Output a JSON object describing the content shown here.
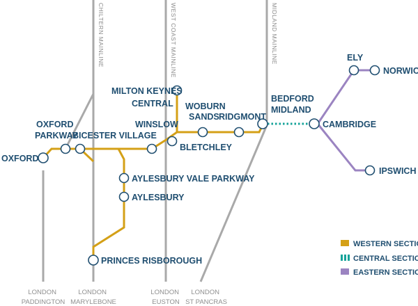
{
  "mainlines": {
    "chiltern": "CHILTERN MAINLINE",
    "west_coast": "WEST COAST MAINLINE",
    "midland": "MIDLAND MAINLINE"
  },
  "termini": {
    "paddington": [
      "LONDON",
      "PADDINGTON"
    ],
    "marylebone": [
      "LONDON",
      "MARYLEBONE"
    ],
    "euston": [
      "LONDON",
      "EUSTON"
    ],
    "st_pancras": [
      "LONDON",
      "ST PANCRAS"
    ]
  },
  "stations": {
    "oxford": [
      "OXFORD"
    ],
    "oxford_parkway": [
      "OXFORD",
      "PARKWAY"
    ],
    "bicester_village": [
      "BICESTER VILLAGE"
    ],
    "winslow": [
      "WINSLOW"
    ],
    "bletchley": [
      "BLETCHLEY"
    ],
    "milton_keynes_central": [
      "MILTON KEYNES",
      "CENTRAL"
    ],
    "woburn_sands": [
      "WOBURN",
      "SANDS"
    ],
    "ridgmont": [
      "RIDGMONT"
    ],
    "bedford_midland": [
      "BEDFORD",
      "MIDLAND"
    ],
    "cambridge": [
      "CAMBRIDGE"
    ],
    "ely": [
      "ELY"
    ],
    "norwich": [
      "NORWICH"
    ],
    "ipswich": [
      "IPSWICH"
    ],
    "aylesbury_vale_parkway": [
      "AYLESBURY VALE PARKWAY"
    ],
    "aylesbury": [
      "AYLESBURY"
    ],
    "princes_risborough": [
      "PRINCES RISBOROUGH"
    ]
  },
  "legend": [
    {
      "label": "WESTERN SECTION",
      "color": "#d4a017",
      "style": "solid"
    },
    {
      "label": "CENTRAL SECTION",
      "color": "#16a39a",
      "style": "dotted"
    },
    {
      "label": "EASTERN SECTION",
      "color": "#9b84c1",
      "style": "solid"
    }
  ],
  "colors": {
    "western": "#d4a017",
    "central": "#16a39a",
    "eastern": "#9b84c1",
    "mainline": "#a9a9a9",
    "station_stroke": "#1f4e70",
    "label": "#1f4e70"
  }
}
